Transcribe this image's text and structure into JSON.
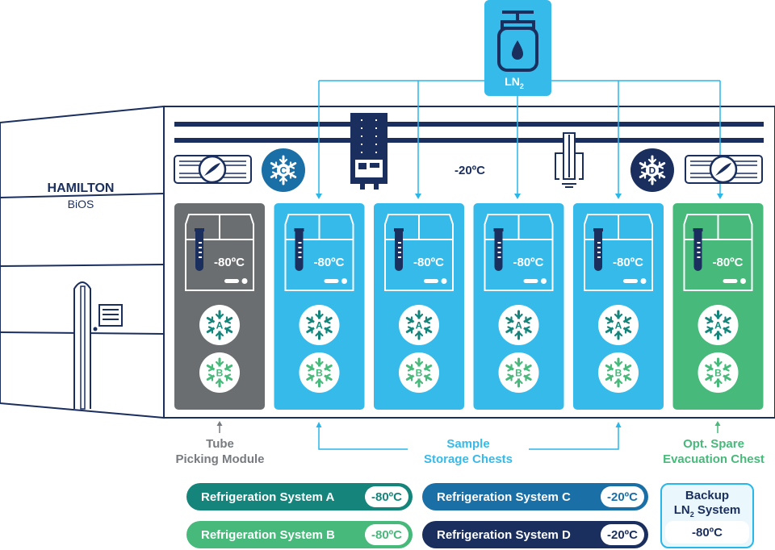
{
  "brand": {
    "name": "HAMILTON",
    "product": "BiOS"
  },
  "ln2_tank": {
    "label": "LN",
    "subscript": "2"
  },
  "center_temp": "-20ºC",
  "badges": {
    "c": "C",
    "d": "D",
    "a": "A",
    "b": "B"
  },
  "modules": [
    {
      "temp": "-80ºC",
      "color": "#6b6e70",
      "kind": "picking"
    },
    {
      "temp": "-80ºC",
      "color": "#36baea",
      "kind": "storage"
    },
    {
      "temp": "-80ºC",
      "color": "#36baea",
      "kind": "storage"
    },
    {
      "temp": "-80ºC",
      "color": "#36baea",
      "kind": "storage"
    },
    {
      "temp": "-80ºC",
      "color": "#36baea",
      "kind": "storage"
    },
    {
      "temp": "-80ºC",
      "color": "#47b97a",
      "kind": "evacuation"
    }
  ],
  "labels": {
    "tube_line1": "Tube",
    "tube_line2": "Picking Module",
    "sample_line1": "Sample",
    "sample_line2": "Storage Chests",
    "spare_line1": "Opt. Spare",
    "spare_line2": "Evacuation Chest"
  },
  "legend": {
    "a": {
      "label": "Refrigeration System A",
      "temp": "-80ºC",
      "color": "#15857b"
    },
    "b": {
      "label": "Refrigeration System B",
      "temp": "-80ºC",
      "color": "#47b97a"
    },
    "c": {
      "label": "Refrigeration System C",
      "temp": "-20ºC",
      "color": "#1a6fa7"
    },
    "d": {
      "label": "Refrigeration System D",
      "temp": "-20ºC",
      "color": "#1a2f5e"
    },
    "backup": {
      "line1": "Backup",
      "line2_main": "LN",
      "line2_sub": "2",
      "line2_rest": " System",
      "temp": "-80ºC"
    }
  },
  "colors": {
    "navy": "#1a2f5e",
    "light_blue": "#36baea",
    "line_blue": "#29b6e8",
    "teal": "#15857b",
    "green": "#47b97a",
    "grey": "#6b6e70",
    "label_grey": "#777b80"
  }
}
